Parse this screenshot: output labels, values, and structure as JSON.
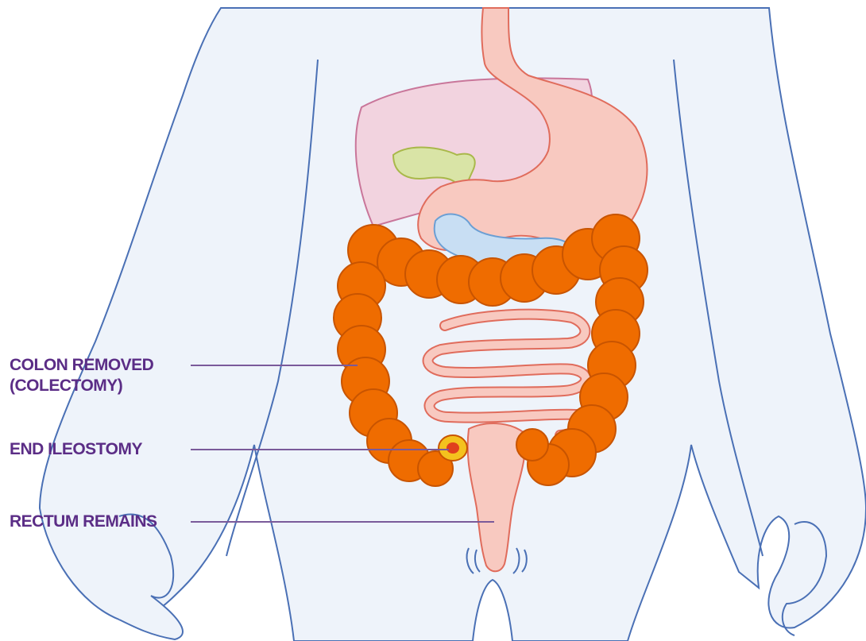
{
  "diagram": {
    "labels": {
      "colon": {
        "line1": "COLON REMOVED",
        "line2": "(COLECTOMY)"
      },
      "ileostomy": {
        "text": "END ILEOSTOMY"
      },
      "rectum": {
        "text": "RECTUM REMAINS"
      }
    },
    "colors": {
      "label_text": "#5b2d86",
      "leader_line": "#7a5a9a",
      "body_fill": "#eef3fa",
      "body_outline": "#4a70b5",
      "colon_fill": "#ef6c00",
      "colon_outline": "#c85400",
      "small_intestine_fill": "#f8c9c0",
      "small_intestine_outline": "#e06c5c",
      "stomach_fill": "#f8c9c0",
      "liver_fill": "#f2d3df",
      "liver_outline": "#c9769a",
      "gallbladder_fill": "#d9e4a6",
      "gallbladder_outline": "#a9b84a",
      "pancreas_fill": "#c8def3",
      "pancreas_outline": "#6b9fd4",
      "stoma_fill": "#f4c21e",
      "stoma_center": "#e0401d"
    }
  }
}
